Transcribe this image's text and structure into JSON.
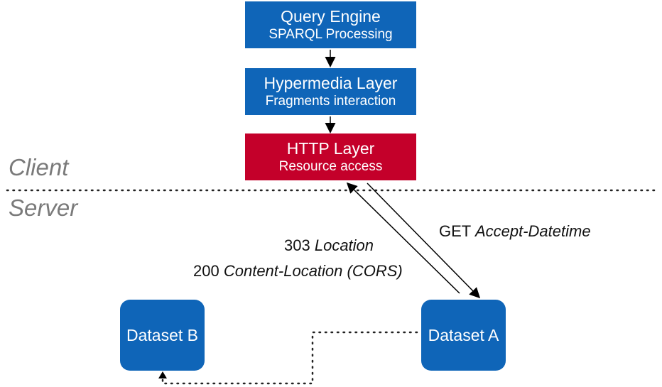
{
  "layers": {
    "query_engine": {
      "title": "Query Engine",
      "subtitle": "SPARQL Processing"
    },
    "hypermedia": {
      "title": "Hypermedia Layer",
      "subtitle": "Fragments interaction"
    },
    "http": {
      "title": "HTTP Layer",
      "subtitle": "Resource access"
    }
  },
  "zones": {
    "client": "Client",
    "server": "Server"
  },
  "request": {
    "method": "GET",
    "header": "Accept-Datetime"
  },
  "responses": [
    {
      "code": "303",
      "header": "Location"
    },
    {
      "code": "200",
      "header": "Content-Location (CORS)"
    }
  ],
  "datasets": {
    "a": "Dataset A",
    "b": "Dataset B"
  },
  "colors": {
    "layer_blue": "#0f65b8",
    "http_red": "#c4002a"
  }
}
